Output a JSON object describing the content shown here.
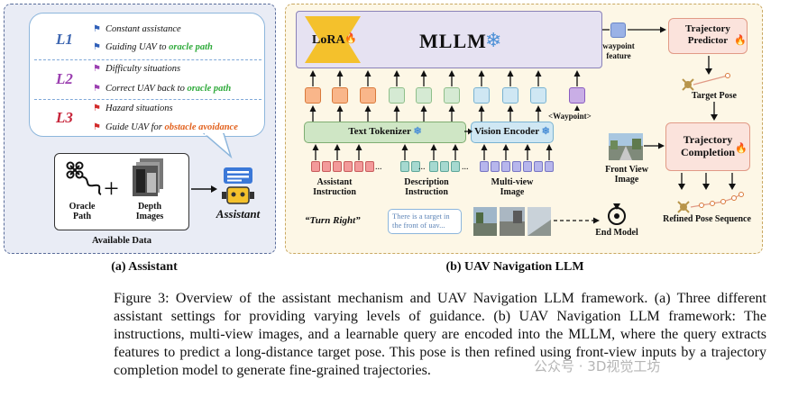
{
  "panel_a": {
    "levels": [
      {
        "tag": "L1",
        "color": "#3e67b1",
        "lines": [
          {
            "text": "Constant assistance",
            "flag": "#2f5fb8"
          },
          {
            "text_pre": "Guiding UAV to ",
            "text_hl": "oracle path",
            "hl": "g",
            "flag": "#2f5fb8"
          }
        ]
      },
      {
        "tag": "L2",
        "color": "#9b3fb0",
        "lines": [
          {
            "text": "Difficulty situations",
            "flag": "#9b3fb0"
          },
          {
            "text_pre": "Correct UAV back to ",
            "text_hl": "oracle path",
            "hl": "g",
            "flag": "#9b3fb0"
          }
        ]
      },
      {
        "tag": "L3",
        "color": "#c7263b",
        "lines": [
          {
            "text": "Hazard situations",
            "flag": "#d22a2a"
          },
          {
            "text_pre": "Guide UAV for ",
            "text_hl": "obstacle avoidance",
            "hl": "o",
            "flag": "#d22a2a"
          }
        ]
      }
    ],
    "oracle_path": "Oracle Path",
    "depth_images": "Depth Images",
    "plus": "+",
    "available_data": "Available Data",
    "assistant": "Assistant",
    "caption": "(a) Assistant"
  },
  "panel_b": {
    "mllm": "MLLM",
    "lora": "LoRA",
    "snow": "❄",
    "fire": "🔥",
    "text_tokenizer": "Text Tokenizer",
    "vision_encoder": "Vision Encoder",
    "waypoint_token": "<Waypoint>",
    "waypoint_feature": "waypoint feature",
    "trajectory_predictor": "Trajectory Predictor",
    "target_pose": "Target Pose",
    "trajectory_completion": "Trajectory Completion",
    "front_view_image": "Front View Image",
    "refined_pose_sequence": "Refined Pose Sequence",
    "assistant_instruction": "Assistant Instruction",
    "description_instruction": "Description Instruction",
    "multi_view_image": "Multi-view Image",
    "turn_right": "“Turn Right”",
    "description_text": "There is a target in the front of uav...",
    "end_model": "End Model",
    "ellipsis": "...",
    "caption": "(b) UAV Navigation LLM"
  },
  "figure_caption": "Figure 3: Overview of the assistant mechanism and UAV Navigation LLM framework. (a) Three different assistant settings for providing varying levels of guidance. (b) UAV Navigation LLM framework: The instructions, multi-view images, and a learnable query are encoded into the MLLM, where the query extracts features to predict a long-distance target pose. This pose is then refined using front-view inputs by a trajectory completion model to generate fine-grained trajectories.",
  "watermark": "公众号 · 3D视觉工坊"
}
